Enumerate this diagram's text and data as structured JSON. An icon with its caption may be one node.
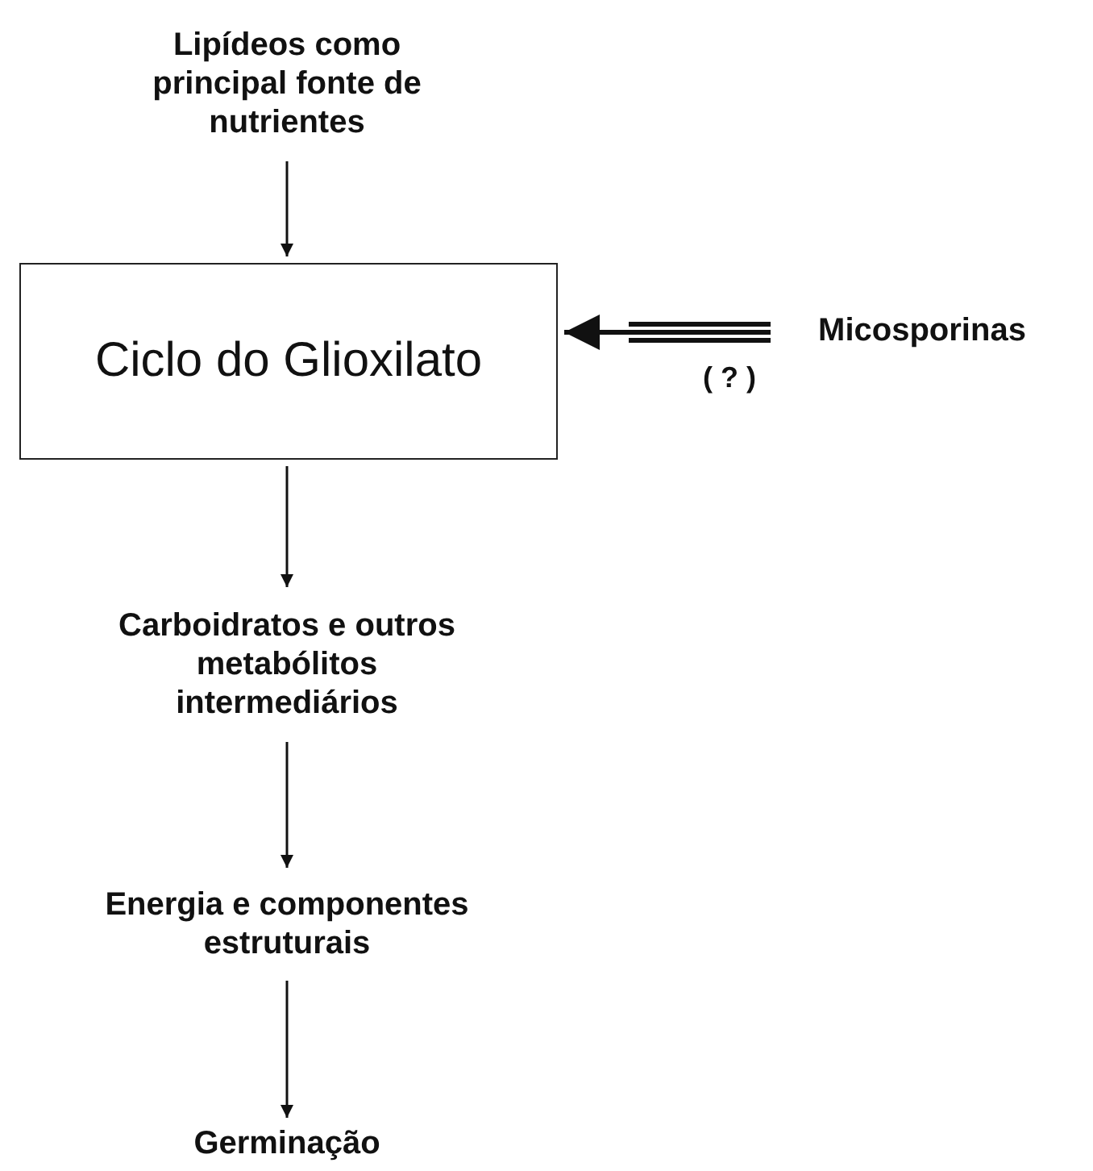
{
  "diagram": {
    "nodes": [
      {
        "text": [
          "Lipídeos como principal fonte de nutrientes"
        ]
      },
      {
        "text": [
          "Ciclo do Glioxilato"
        ]
      },
      {
        "text": [
          "Micosporinas"
        ]
      },
      {
        "text": [
          "Carboidratos e outros metabólitos intermediários"
        ]
      },
      {
        "text": [
          "Energia e componentes estruturais"
        ]
      },
      {
        "text": [
          "Germinação"
        ]
      }
    ],
    "edges": [
      {
        "from": 0,
        "to": 1,
        "arrow": "to"
      },
      {
        "from": 2,
        "to": 1,
        "arrow": "to",
        "label": "( ? )",
        "style": "thick"
      },
      {
        "from": 1,
        "to": 3,
        "arrow": "to"
      },
      {
        "from": 3,
        "to": 4,
        "arrow": "to"
      },
      {
        "from": 4,
        "to": 5,
        "arrow": "to"
      }
    ]
  }
}
